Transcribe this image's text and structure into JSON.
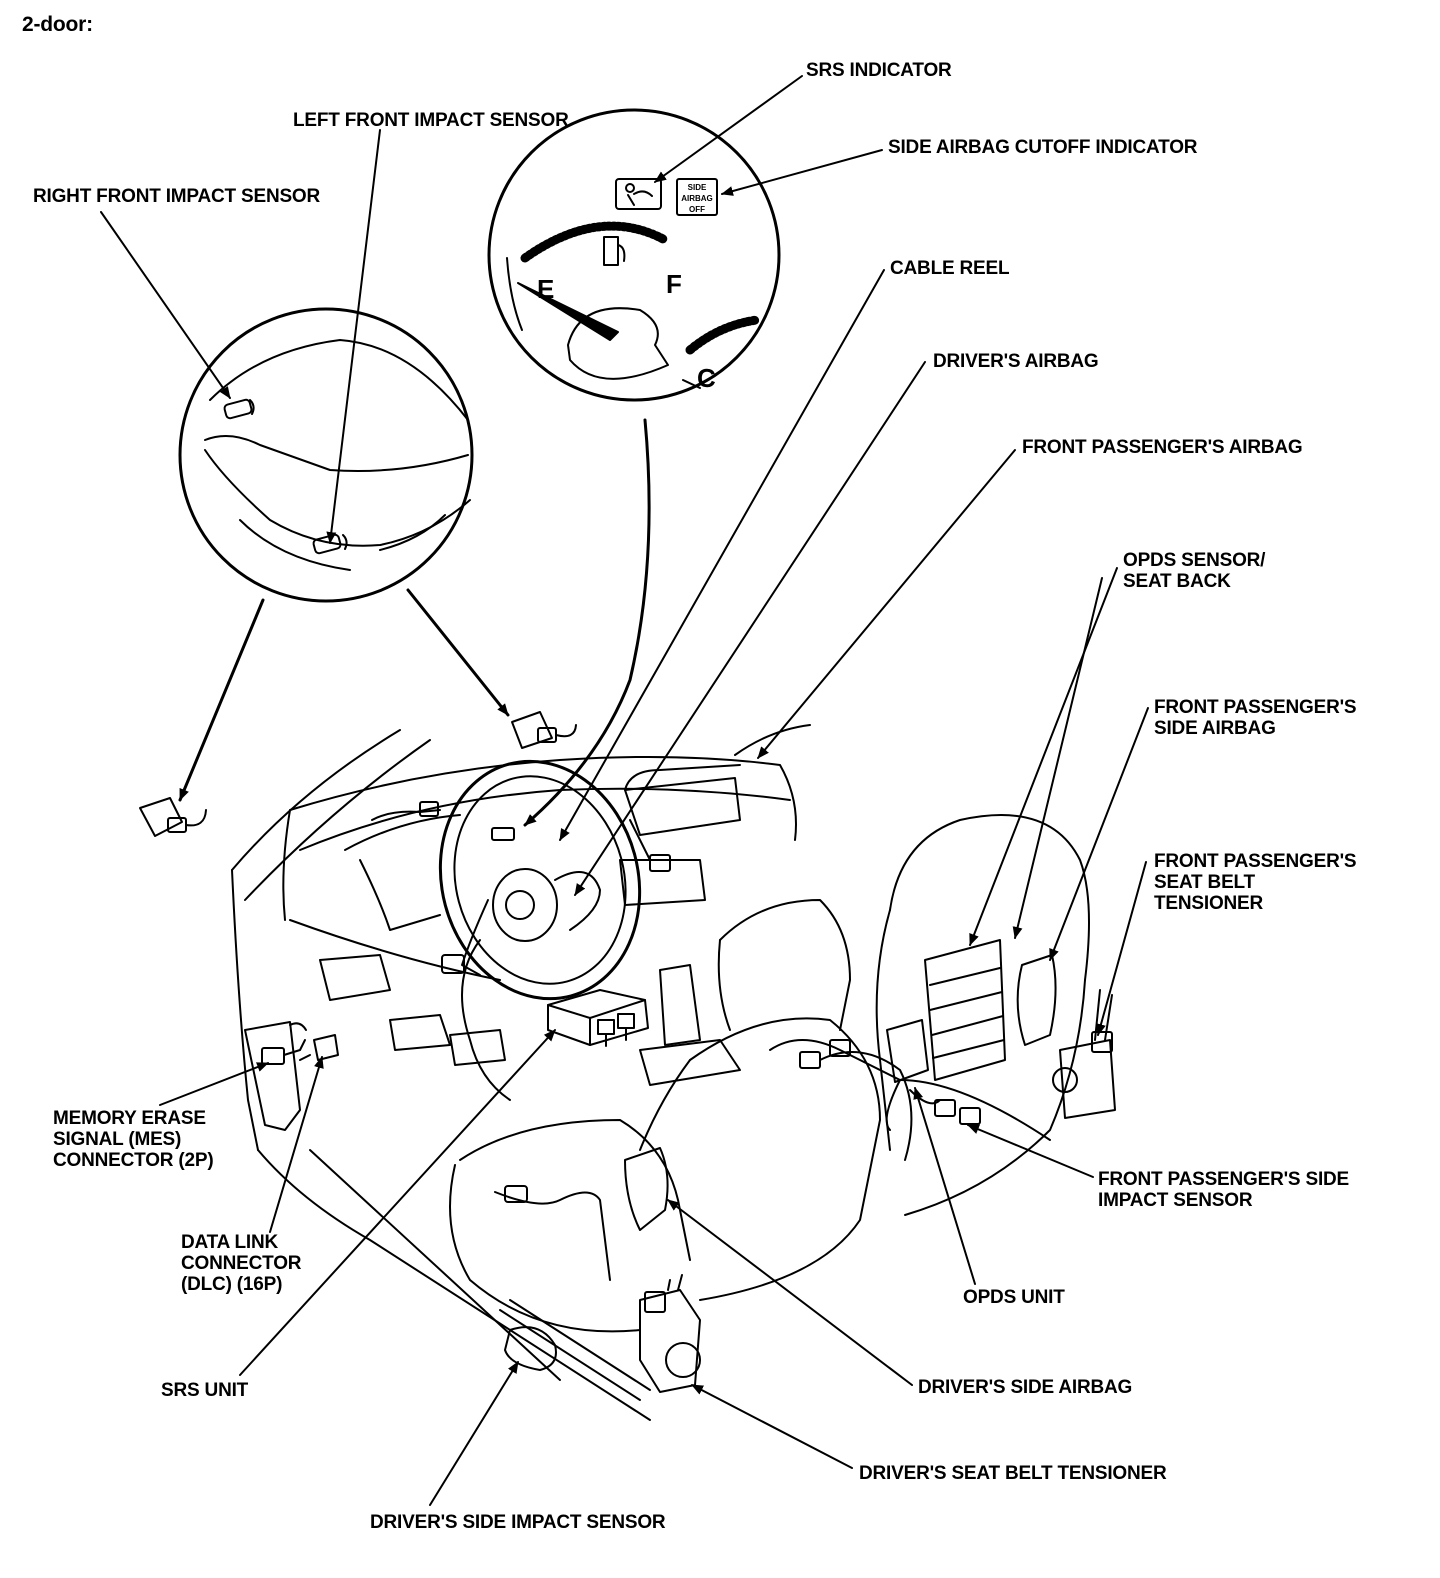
{
  "header": {
    "title": "2-door:"
  },
  "gauge": {
    "empty_mark": "E",
    "full_mark": "F",
    "cold_mark": "C",
    "cutoff_icon_lines": [
      "SIDE",
      "AIRBAG",
      "OFF"
    ]
  },
  "labels": {
    "srs_indicator": "SRS INDICATOR",
    "left_front_impact_sensor": "LEFT FRONT IMPACT SENSOR",
    "side_airbag_cutoff_indicator": "SIDE AIRBAG CUTOFF INDICATOR",
    "right_front_impact_sensor": "RIGHT FRONT IMPACT SENSOR",
    "cable_reel": "CABLE REEL",
    "drivers_airbag": "DRIVER'S AIRBAG",
    "front_passengers_airbag": "FRONT PASSENGER'S AIRBAG",
    "opds_sensor_seat_back": [
      "OPDS SENSOR/",
      "SEAT BACK"
    ],
    "front_passengers_side_airbag": [
      "FRONT PASSENGER'S",
      "SIDE AIRBAG"
    ],
    "front_passengers_seat_belt_tensioner": [
      "FRONT PASSENGER'S",
      "SEAT BELT",
      "TENSIONER"
    ],
    "memory_erase_signal_connector": [
      "MEMORY ERASE",
      "SIGNAL (MES)",
      "CONNECTOR (2P)"
    ],
    "front_passengers_side_impact_sensor": [
      "FRONT PASSENGER'S SIDE",
      "IMPACT SENSOR"
    ],
    "data_link_connector": [
      "DATA LINK",
      "CONNECTOR",
      "(DLC) (16P)"
    ],
    "opds_unit": "OPDS UNIT",
    "srs_unit": "SRS UNIT",
    "drivers_side_airbag": "DRIVER'S SIDE AIRBAG",
    "drivers_seat_belt_tensioner": "DRIVER'S SEAT BELT TENSIONER",
    "drivers_side_impact_sensor": "DRIVER'S SIDE IMPACT SENSOR"
  }
}
